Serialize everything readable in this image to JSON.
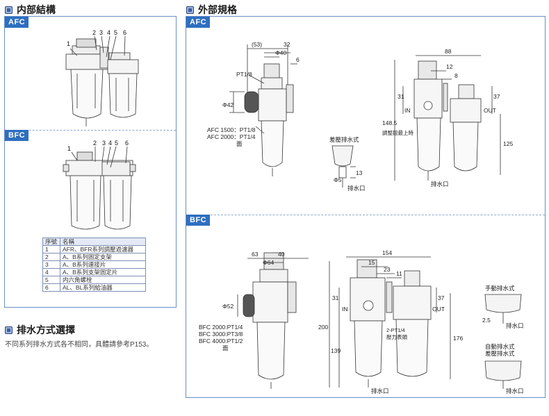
{
  "sections": {
    "internal": "内部結構",
    "external": "外部規格",
    "drain": "排水方式選擇"
  },
  "tags": {
    "afc": "AFC",
    "bfc": "BFC"
  },
  "internal_afc_callouts": [
    "1",
    "2",
    "3",
    "4",
    "5",
    "6"
  ],
  "internal_bfc_callouts": [
    "1",
    "2",
    "3",
    "4",
    "5",
    "6"
  ],
  "parts_table": {
    "headers": [
      "序號",
      "名稱"
    ],
    "rows": [
      [
        "1",
        "AFR、BFR系列調壓過濾器"
      ],
      [
        "2",
        "A、B系列固定支架"
      ],
      [
        "3",
        "A、B系列連接片"
      ],
      [
        "4",
        "A、B系列支架固定片"
      ],
      [
        "5",
        "内六角螺栓"
      ],
      [
        "6",
        "AL、BL系列給油器"
      ]
    ]
  },
  "drain_note": "不同系列排水方式各不相同，具體請參考P153。",
  "afc_dims": {
    "d53": "(53)",
    "d32": "32",
    "d40": "Φ40",
    "d6": "6",
    "port": "PT1/8",
    "d42": "Φ42",
    "p1500": "AFC 1500：PT1/8",
    "p2000": "AFC 2000：PT1/4",
    "panel": "面",
    "drain_label": "差壓排水式",
    "d13": "13",
    "d5": "Φ5",
    "drain_out": "排水口",
    "d88": "88",
    "d12": "12",
    "d8": "8",
    "d31": "31",
    "d37": "37",
    "d148": "148.5",
    "adjust": "調整鈕最上時",
    "d125": "125",
    "in": "IN",
    "out": "OUT",
    "drain_out2": "排水口"
  },
  "bfc_dims": {
    "d63": "63",
    "d40": "40",
    "d64": "Φ64",
    "d52": "Φ52",
    "p2000": "BFC 2000:PT1/4",
    "p3000": "BFC 3000:PT3/8",
    "p4000": "BFC 4000:PT1/2",
    "panel": "面",
    "d154": "154",
    "d15": "15",
    "d23": "23",
    "d11": "11",
    "d31": "31",
    "d37": "37",
    "d200": "200",
    "d139": "139",
    "d176": "176",
    "in": "IN",
    "out": "OUT",
    "pt": "2-PT1/4",
    "gauge": "壓力表頭",
    "drain_out": "排水口",
    "manual": "手動排水式",
    "d25": "2.5",
    "drain_out2": "排水口",
    "auto1": "自動排水式",
    "auto2": "差壓排水式",
    "drain_out3": "排水口"
  }
}
